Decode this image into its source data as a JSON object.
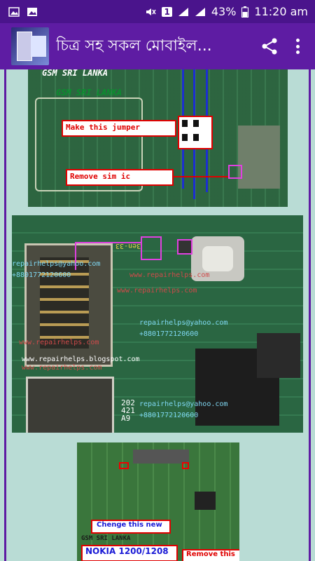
{
  "status_bar": {
    "battery_percent": "43%",
    "time": "11:20 am",
    "sim_slot": "1"
  },
  "toolbar": {
    "title": "চিত্র সহ সকল মোবাইল...",
    "share_icon": "share-icon",
    "menu_icon": "more-vert-icon"
  },
  "image1": {
    "watermark_top": "GSM SRI LANKA",
    "watermark_mid": "GSM SRI LANKA",
    "jumper_label": "Make this jumper",
    "sim_label": "Remove sim ic"
  },
  "image2": {
    "email1": "repairhelps@yahoo.com",
    "phone1": "+8801772120600",
    "site1": "www.repairhelps.com",
    "email2": "repairhelps@yahoo.com",
    "phone2": "+8801772120600",
    "site2": "www.repairhelps.com",
    "blog": "www.repairhelps.blogspot.com",
    "site3": "www.repairhelps.com",
    "email3": "repairhelps@yahoo.com",
    "phone3": "+8801772120600",
    "chip_code": "3en-33",
    "chip_right": "202\n421\nA9"
  },
  "image3": {
    "change_label": "Chenge this new",
    "watermark": "GSM SRI LANKA",
    "model_label": "NOKIA 1200/1208",
    "remove_label": "Remove this"
  }
}
